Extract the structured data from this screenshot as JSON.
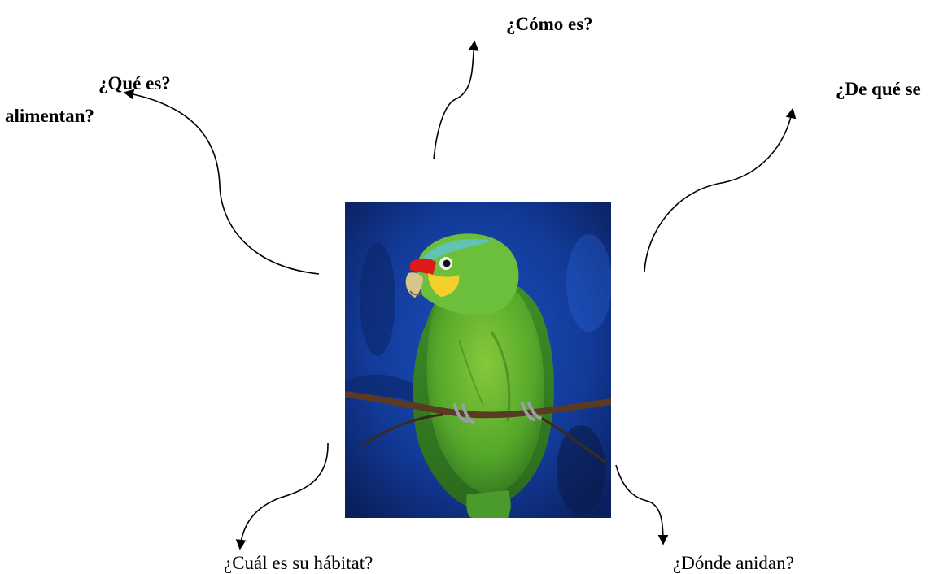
{
  "labels": {
    "como_es": "¿Cómo es?",
    "que_es": "¿Qué es?",
    "de_que_se": "¿De qué se",
    "alimentan": "alimentan?",
    "cual_habitat": "¿Cuál es su hábitat?",
    "donde_anidan": "¿Dónde anidan?"
  },
  "image": {
    "subject": "parrot-photo"
  }
}
